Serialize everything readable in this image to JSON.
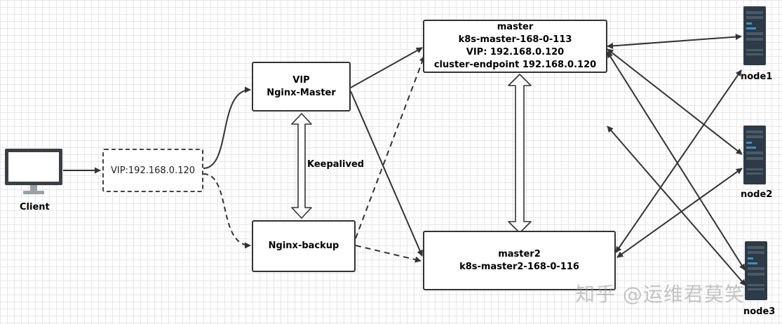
{
  "client": {
    "label": "Client"
  },
  "vip_box": {
    "text": "VIP:192.168.0.120"
  },
  "nginx_master": {
    "line1": "VIP",
    "line2": "Nginx-Master"
  },
  "nginx_backup": {
    "label": "Nginx-backup"
  },
  "keepalived": {
    "label": "Keepalived"
  },
  "master": {
    "line1": "master",
    "line2": "k8s-master-168-0-113",
    "line3": "VIP:  192.168.0.120",
    "line4": "cluster-endpoint  192.168.0.120"
  },
  "master2": {
    "line1": "master2",
    "line2": "k8s-master2-168-0-116"
  },
  "nodes": [
    {
      "label": "node1"
    },
    {
      "label": "node2"
    },
    {
      "label": "node3"
    }
  ],
  "watermark": "知乎 @运维君莫笑",
  "colors": {
    "line": "#333333",
    "box_border": "#333333",
    "server_dark": "#2e3a46",
    "server_accent": "#3b8fc8",
    "monitor_screen": "#2a7fc0"
  }
}
